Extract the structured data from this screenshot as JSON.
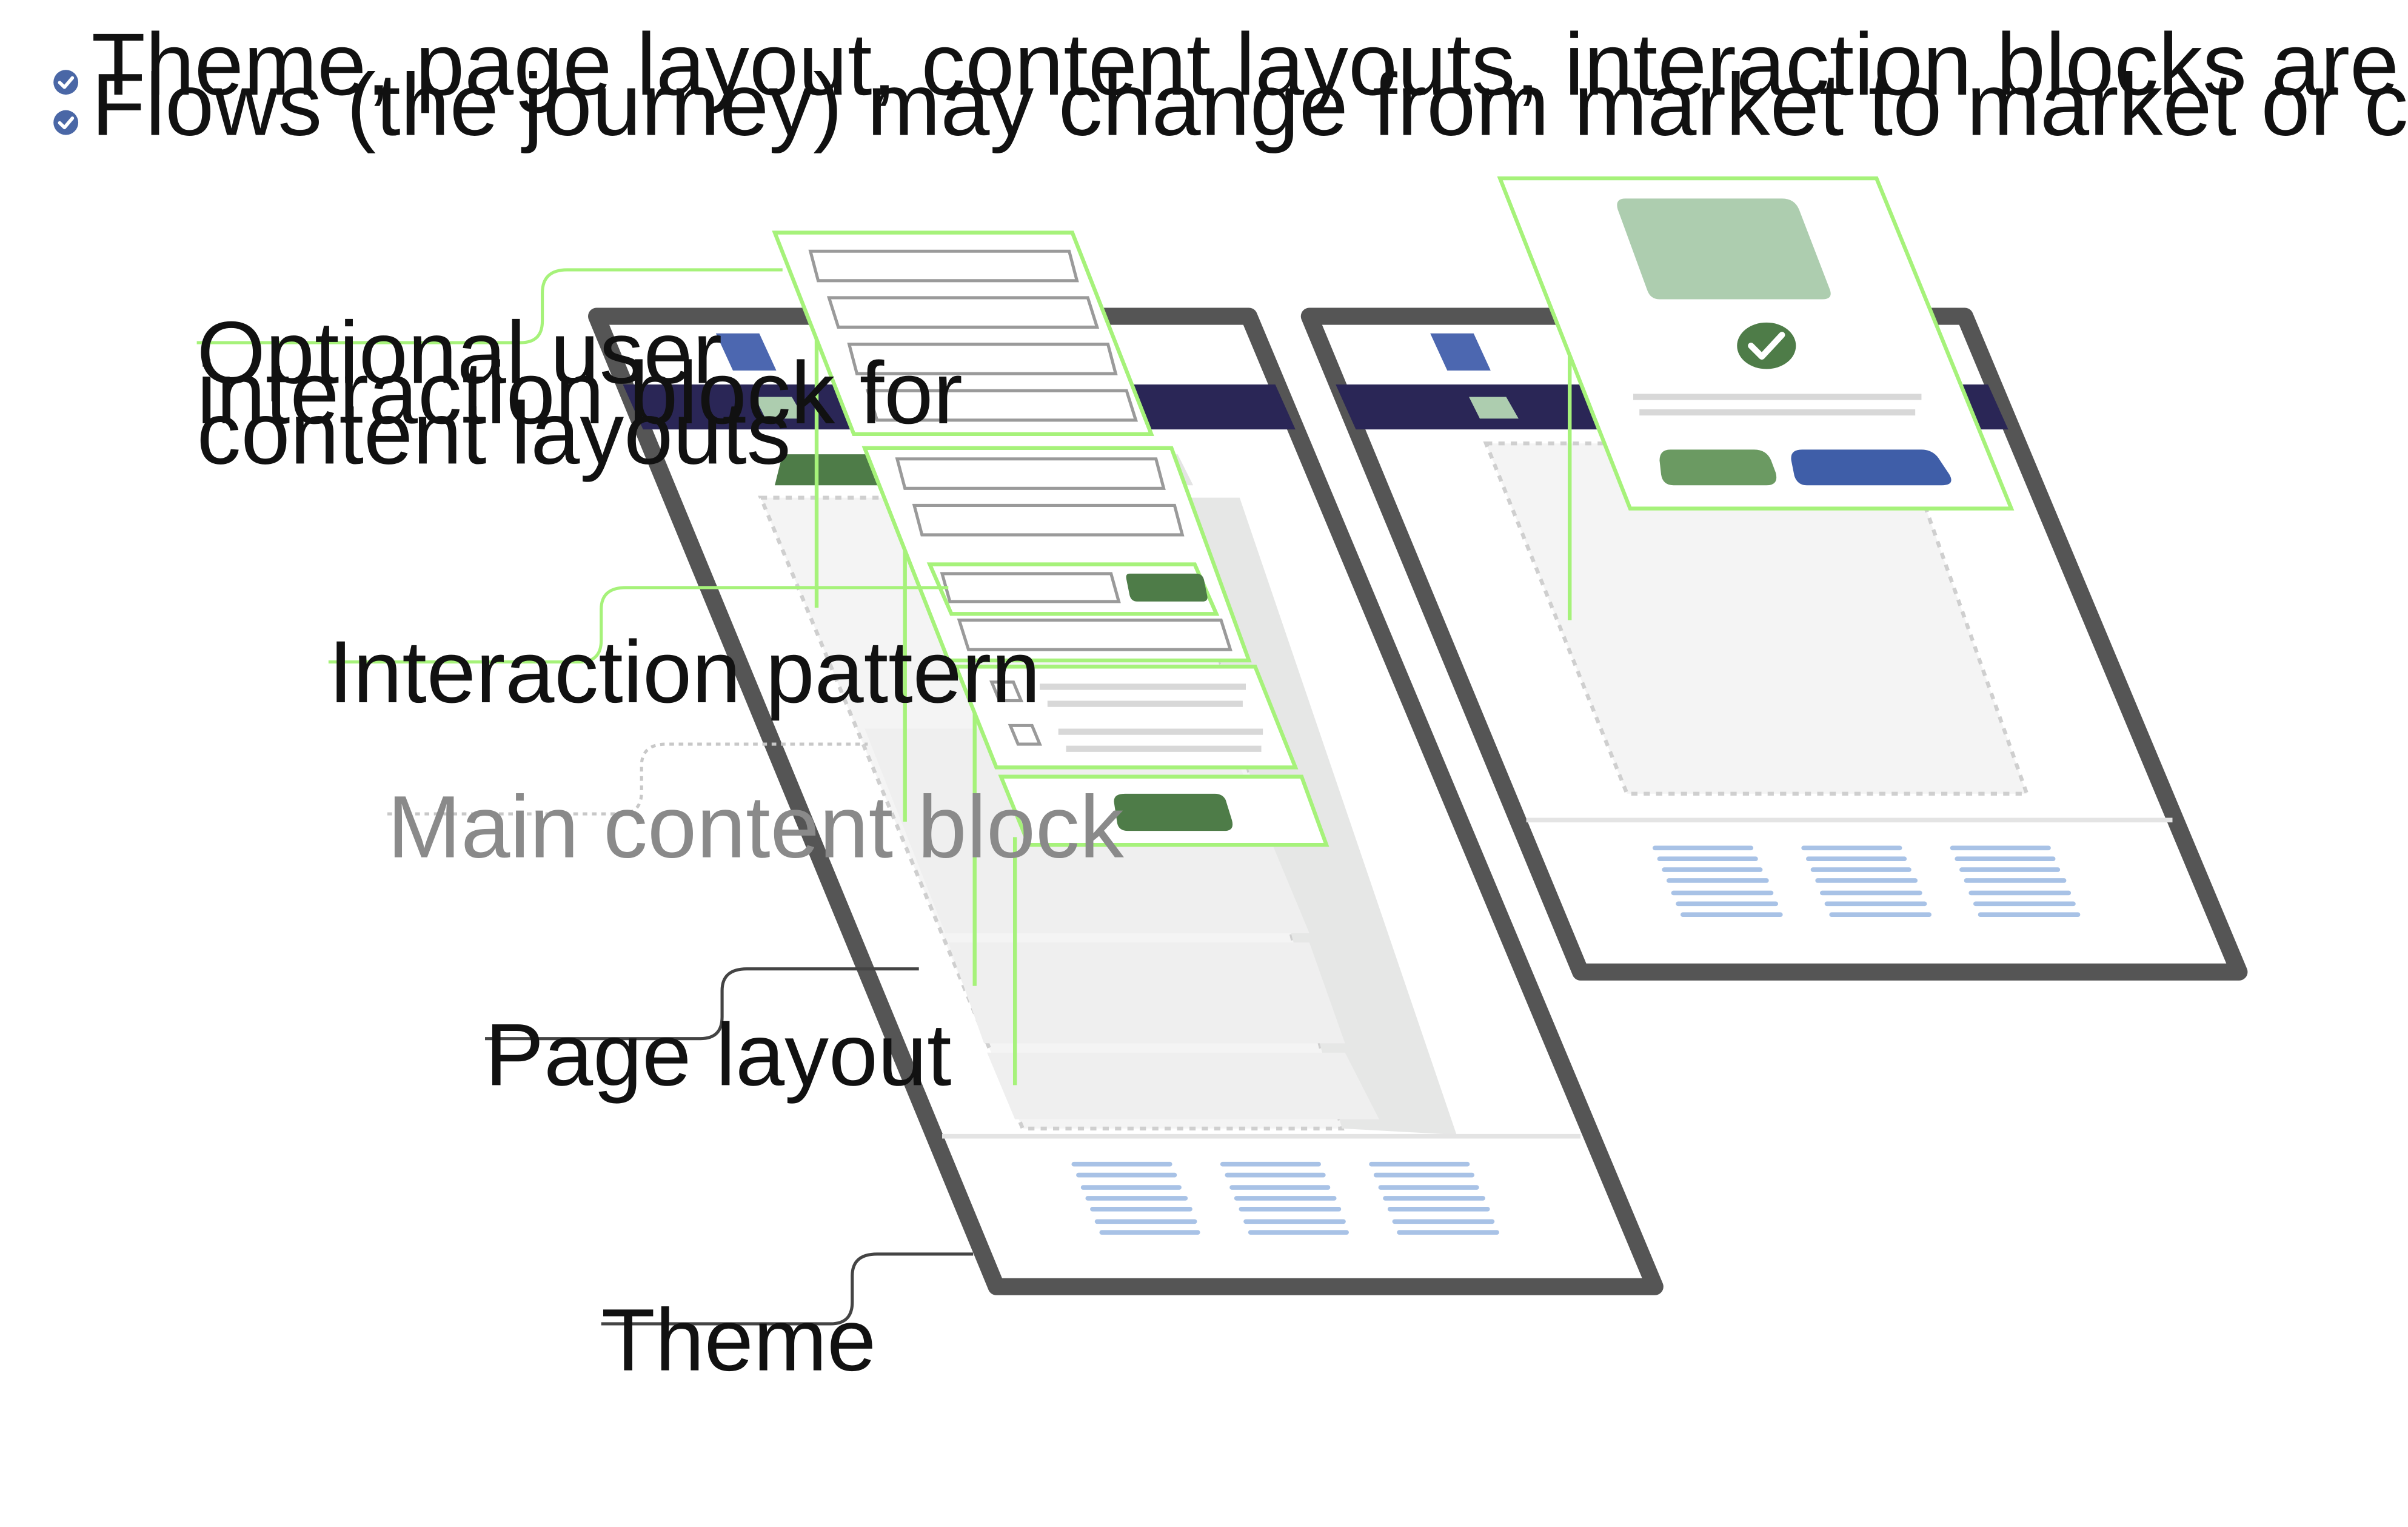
{
  "bullets": [
    "Theme, page layout, content layouts, interaction blocks are decoupled from one another.",
    "Flows (the journey) may change from market to market or channel to channel."
  ],
  "labels": {
    "optional_block": [
      "Optional user",
      "interaction block for",
      "content layouts"
    ],
    "interaction_pattern": "Interaction pattern",
    "main_content_block": "Main content block",
    "page_layout": "Page layout",
    "theme": "Theme"
  },
  "colors": {
    "frame": "#555555",
    "navbar": "#2a2656",
    "accent_green_light": "#a6f27a",
    "button_green": "#4e7c48",
    "button_green_mid": "#6b9a62",
    "image_green": "#adcdaf",
    "button_blue": "#3f5ea8",
    "logo_blue": "#4c67b0",
    "footer_link_blue": "#a8c2e6",
    "bullet_icon": "#4a67a6",
    "leader_dark": "#444444",
    "leader_muted": "#c8c8c8"
  },
  "icons": {
    "bullet": "check-circle-icon",
    "confirmation": "checkmark-icon"
  }
}
